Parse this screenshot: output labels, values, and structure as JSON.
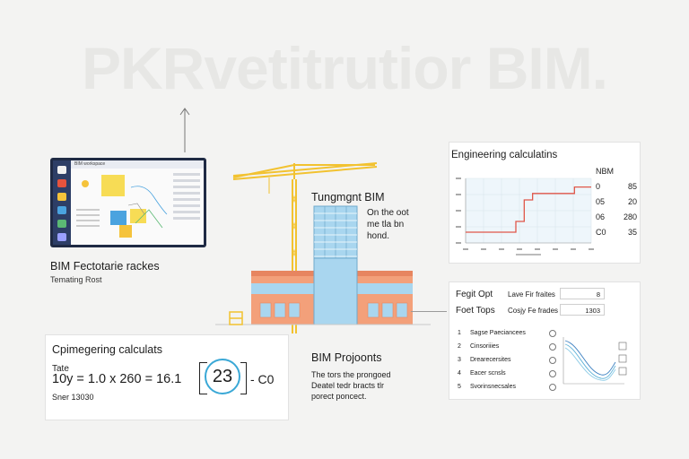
{
  "hero": {
    "title": "PKRvetitrutior BIM."
  },
  "laptop_card": {
    "app_title": "BIM workspace",
    "label": "BIM Fectotarie rackes",
    "sublabel": "Temating Rost",
    "sidebar_colors": [
      "#f0f0f0",
      "#e5533d",
      "#f5c33b",
      "#4aa3df",
      "#5bb974",
      "#9aa0ff"
    ]
  },
  "center": {
    "title": "Tungmgnt BIM",
    "note_lines": [
      "On the oot",
      "me tla bn",
      "hond."
    ],
    "crane_color": "#f2c230",
    "building_color": "#f3a07a",
    "glass_color": "#a9d6ef"
  },
  "projects": {
    "title": "BIM Projoonts",
    "desc_lines": [
      "The tors the prongoed",
      "Deatel tedr bracts tlr",
      "porect poncect."
    ]
  },
  "engineering": {
    "title": "Engineering calculatins",
    "table_header": "NBM",
    "table_rows": [
      [
        "0",
        "85"
      ],
      [
        "05",
        "20"
      ],
      [
        "06",
        "280"
      ],
      [
        "C0",
        "35"
      ]
    ],
    "chart_data": {
      "type": "line",
      "title": "Engineering calculatins",
      "y_ticks": [
        "",
        "",
        "",
        "",
        ""
      ],
      "x_ticks": [
        "",
        "",
        "",
        "",
        "",
        "",
        "",
        ""
      ],
      "series": [
        {
          "color": "#e0574a",
          "values": [
            1.0,
            1.0,
            1.0,
            1.0,
            1.0,
            1.0,
            2.0,
            4.0,
            4.6,
            4.6,
            4.6,
            4.6,
            4.6,
            5.2,
            5.2,
            5.2
          ]
        }
      ]
    }
  },
  "params": {
    "row1": {
      "label": "Fegit Opt",
      "field_label": "Lave Fir fraites",
      "value": "8"
    },
    "row2": {
      "label": "Foet Tops",
      "field_label": "Cosjy Fe frades",
      "value": "1303"
    },
    "list": [
      {
        "n": "1",
        "text": "Sagse Paeciancees"
      },
      {
        "n": "2",
        "text": "Cinsoriiies"
      },
      {
        "n": "3",
        "text": "Drearecersites"
      },
      {
        "n": "4",
        "text": "Eacer scnsls"
      },
      {
        "n": "5",
        "text": "Svorinsnecsales"
      }
    ]
  },
  "calc": {
    "title": "Cpimegering calculats",
    "tate": "Tate",
    "equation": "10y = 1.0 x 260 = 16.1",
    "result": "23",
    "tail": "- C0",
    "footer": "Sner 13030"
  }
}
